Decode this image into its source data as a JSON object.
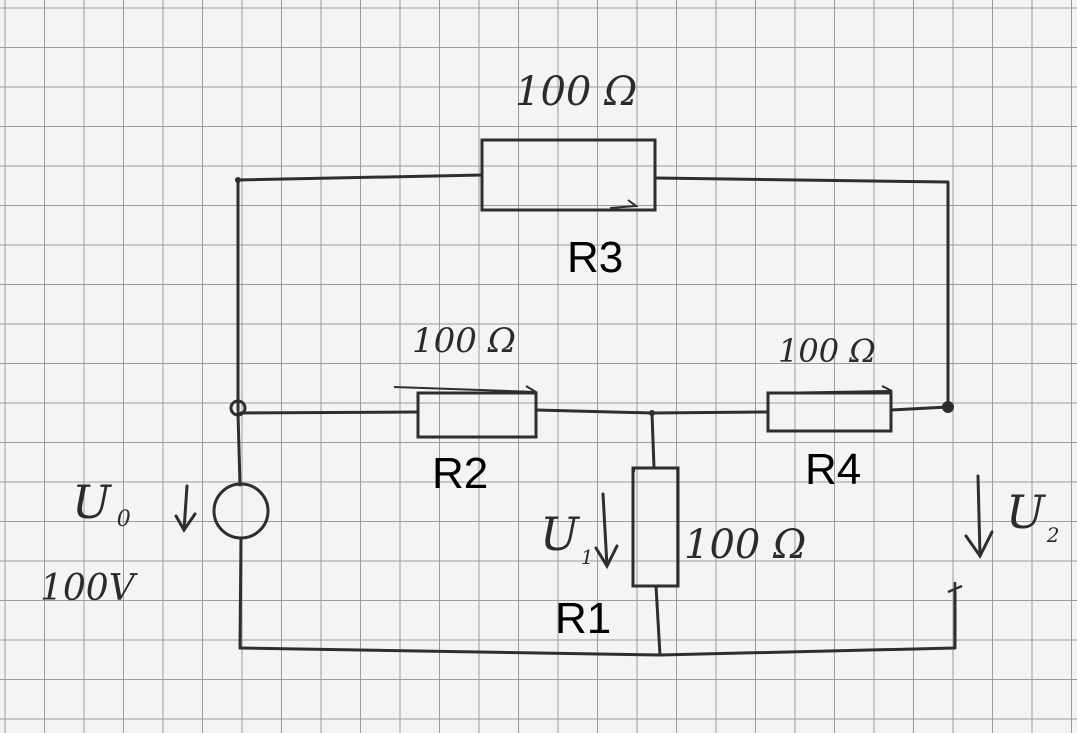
{
  "resistors": {
    "r3": {
      "label": "R3",
      "value": "100 Ω"
    },
    "r2": {
      "label": "R2",
      "value": "100 Ω"
    },
    "r4": {
      "label": "R4",
      "value": "100 Ω"
    },
    "r1": {
      "label": "R1",
      "value": "100 Ω"
    }
  },
  "source": {
    "name": "U",
    "subscript": "0",
    "value": "100V"
  },
  "voltages": {
    "u1": {
      "name": "U",
      "subscript": "1"
    },
    "u2": {
      "name": "U",
      "subscript": "2"
    }
  }
}
